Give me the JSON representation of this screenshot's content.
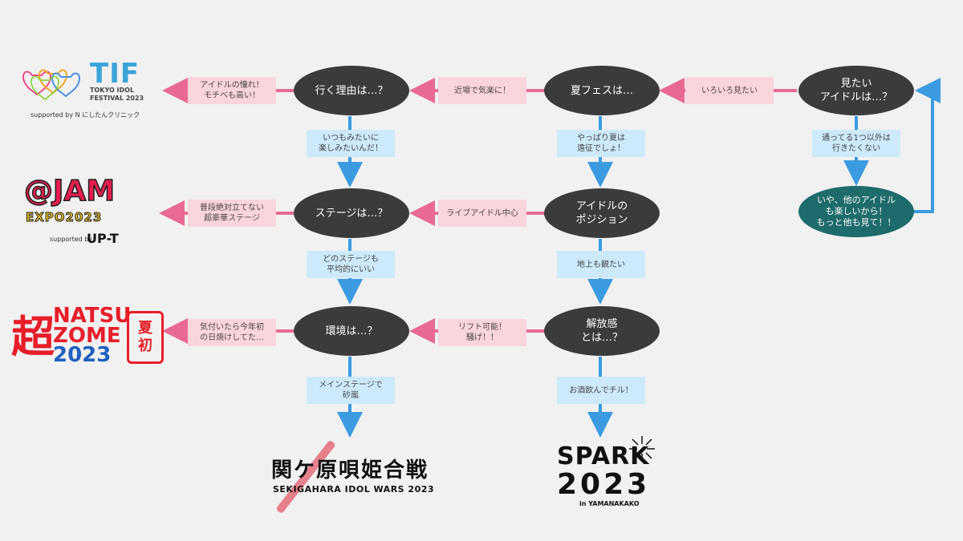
{
  "nodes": {
    "miru": "見たい\nアイドルは…？",
    "natsu": "夏フェスは…",
    "iku": "行く理由は…？",
    "idol_pos": "アイドルの\nポジション",
    "stage": "ステージは…？",
    "kaihou": "解放感\nとは…？",
    "kankyo": "環境は…？",
    "tanoshii": "いや、他のアイドル\nも楽しいから！\nもっと他も見て！！"
  },
  "labels": {
    "iroiro": "いろいろ見たい",
    "kinjo": "近場で気楽に！",
    "akogare": "アイドルの憧れ！\nモチベも高い！",
    "kayotteru": "通ってる1つ以外は\n行きたくない",
    "yappari": "やっぱり夏は\n遠征でしょ！",
    "itsumo": "いつもみたいに\n楽しみたいんだ！",
    "live": "ライブアイドル中心",
    "fudan": "普段絶対立てない\n超豪華ステージ",
    "chijou": "地上も観たい",
    "dono": "どのステージも\n平均的にいい",
    "lift": "リフト可能！\n騒げ！！",
    "kizuitara": "気付いたら今年初\nの日焼けしてた…",
    "osake": "お酒飲んでチル！",
    "main_stage": "メインステージで\n砂嵐"
  },
  "logos": {
    "tif": {
      "main": "TIF",
      "sub1": "TOKYO IDOL",
      "sub2": "FESTIVAL 2023",
      "support": "supported by  N にしたんクリニック"
    },
    "jam": {
      "main": "@JAM",
      "expo": "EXPO2023",
      "support": "supported by",
      "sponsor": "UP-T"
    },
    "natsuzome": {
      "cho": "超",
      "natsu": "NATSU",
      "zome": "ZOME",
      "year": "2023",
      "box1": "夏",
      "box2": "初"
    },
    "sekigahara": {
      "main": "関ケ原唄姫合戦",
      "sub": "SEKIGAHARA IDOL WARS 2023"
    },
    "spark": {
      "main": "SPARK",
      "year": "2023",
      "loc": "in YAMANAKAKO"
    }
  },
  "colors": {
    "node": "#3b3b3b",
    "teal": "#1e6b6b",
    "pink_arrow": "#e86a92",
    "blue_arrow": "#3b9be0",
    "pink_box": "#fbd5dc",
    "blue_box": "#cdeafa"
  }
}
